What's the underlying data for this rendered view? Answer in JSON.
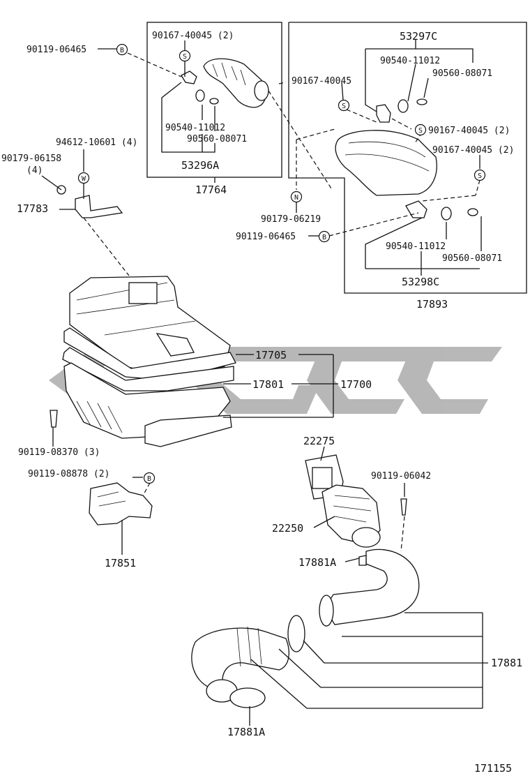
{
  "watermark": {
    "color": "#b4b4b4"
  },
  "labels": {
    "p90119_06465_top": "90119-06465",
    "p90167_40045_2_top": "90167-40045 (2)",
    "p90540_11012_a": "90540-11012",
    "p90560_08071_a": "90560-08071",
    "p53296A": "53296A",
    "p17764": "17764",
    "p53297C": "53297C",
    "p90540_11012_b": "90540-11012",
    "p90560_08071_b": "90560-08071",
    "p90167_40045_left": "90167-40045",
    "p90167_40045_2_mid": "90167-40045 (2)",
    "p90167_40045_2_right": "90167-40045 (2)",
    "p94612_10601": "94612-10601 (4)",
    "p90179_06158": "90179-06158",
    "p90179_06158_qty": "(4)",
    "p17783": "17783",
    "p90179_06219": "90179-06219",
    "p90119_06465_mid": "90119-06465",
    "p90540_11012_c": "90540-11012",
    "p90560_08071_c": "90560-08071",
    "p53298C": "53298C",
    "p17893": "17893",
    "p17705": "17705",
    "p17801": "17801",
    "p17700": "17700",
    "p90119_08370": "90119-08370 (3)",
    "p22275": "22275",
    "p90119_08878": "90119-08878 (2)",
    "p90119_06042": "90119-06042",
    "p22250": "22250",
    "p17851": "17851",
    "p17881A_top": "17881A",
    "p17881": "17881",
    "p17881A_bottom": "17881A",
    "p171155": "171155"
  },
  "symbols": {
    "S": "S",
    "B": "B",
    "W": "W",
    "N": "N"
  }
}
